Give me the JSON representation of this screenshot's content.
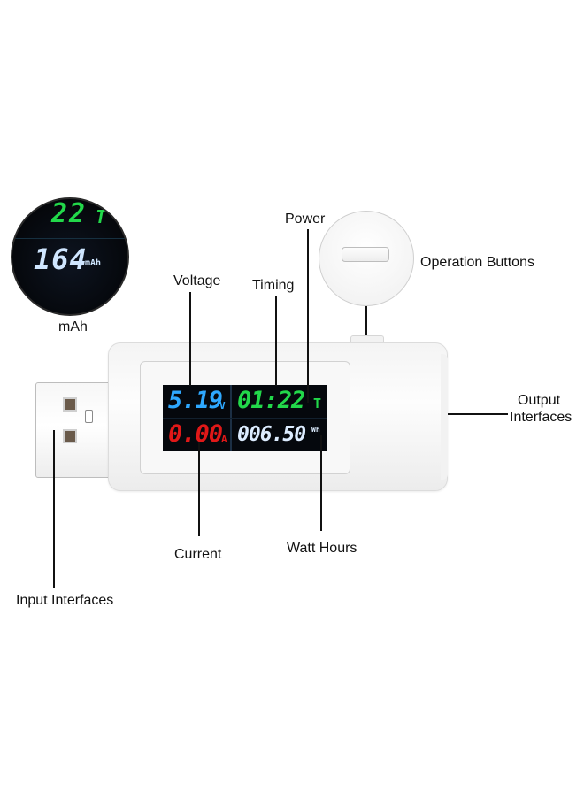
{
  "labels": {
    "mah": "mAh",
    "voltage": "Voltage",
    "timing": "Timing",
    "power": "Power",
    "operation_buttons": "Operation Buttons",
    "output_line1": "Output",
    "output_line2": "Interfaces",
    "current": "Current",
    "watt_hours": "Watt Hours",
    "input_interfaces": "Input Interfaces"
  },
  "lcd": {
    "voltage_value": "5.19",
    "voltage_unit": "V",
    "timer_value": "01:22",
    "timer_unit": "T",
    "current_value": "0.00",
    "current_unit": "A",
    "energy_value": "006.50",
    "energy_unit": "Wh"
  },
  "zoom_mah": {
    "top_value": "22",
    "top_unit": "T",
    "mah_value": "164",
    "mah_unit": "mAh"
  },
  "colors": {
    "voltage": "#2ea8ff",
    "timer": "#22d84a",
    "current": "#e01818",
    "energy": "#dcecff",
    "lcd_background": "#05080d",
    "device_body": "#f4f4f4",
    "label_text": "#111111"
  }
}
